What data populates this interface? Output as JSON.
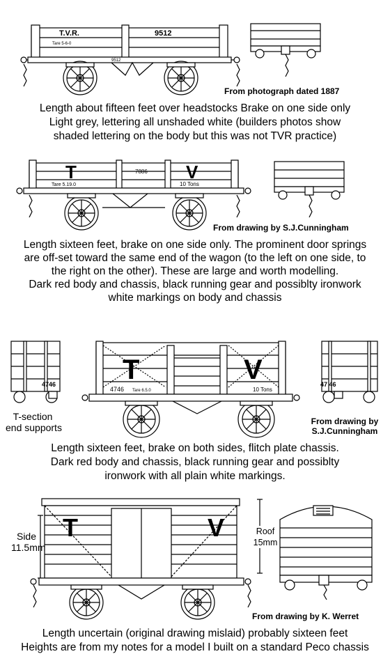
{
  "wagon1": {
    "body_text_left": "T.V.R.",
    "number": "9512",
    "tare": "Tare 5-6-0",
    "solebar_number": "9512",
    "source": "From photograph dated 1887",
    "caption": [
      "Length about fifteen feet over headstocks  Brake on one side only",
      "Light grey, lettering all unshaded white (builders photos show",
      "shaded lettering on the body but this was not TVR practice)"
    ]
  },
  "wagon2": {
    "letter_left": "T",
    "letter_right": "V",
    "number": "7886",
    "tare": "Tare 5.19.0",
    "capacity": "10 Tons",
    "source": "From drawing by S.J.Cunningham",
    "caption": [
      "Length sixteen feet, brake on one side only. The prominent door springs",
      "are off-set toward the same end of the wagon (to the left on one side, to",
      "the right on the other). These are large and worth modelling.",
      "Dark red body and chassis, black running gear and possiblty ironwork",
      "white markings on body and chassis"
    ]
  },
  "wagon3": {
    "end_left_number": "4746",
    "end_label": [
      "T-section",
      "end supports"
    ],
    "letter_left": "T",
    "letter_right": "V",
    "number": "4746",
    "tare": "Tare 6.5.0",
    "capacity": "10 Tons",
    "end_right_number": "47 46",
    "source": [
      "From drawing by",
      "S.J.Cunningham"
    ],
    "caption": [
      "Length sixteen feet, brake on both sides, flitch plate chassis.",
      "Dark red body and chassis, black running gear and possiblty",
      "ironwork with all plain white markings."
    ]
  },
  "wagon4": {
    "letter_left": "T",
    "letter_right": "V",
    "side_label": [
      "Side",
      "11.5mm"
    ],
    "roof_label": [
      "Roof",
      "15mm"
    ],
    "source": "From drawing by K. Werret",
    "caption": [
      "Length uncertain (original drawing mislaid) probably sixteen feet",
      "Heights are from my notes for a model I built on a standard Peco chassis"
    ]
  }
}
